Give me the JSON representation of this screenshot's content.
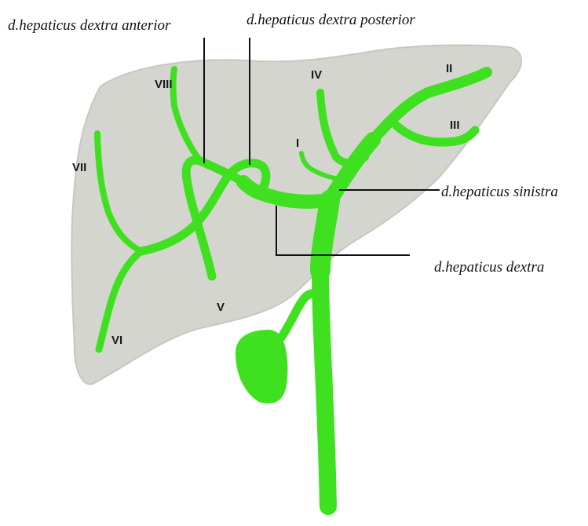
{
  "colors": {
    "liver": "#d4d5ce",
    "liver_edge": "#c6c8c0",
    "duct": "#3fe020",
    "leader": "#111111"
  },
  "callouts": {
    "right_anterior": "d.hepaticus dextra anterior",
    "right_posterior": "d.hepaticus dextra posterior",
    "left": "d.hepaticus sinistra",
    "right": "d.hepaticus dextra"
  },
  "segments": {
    "s1": "I",
    "s2": "II",
    "s3": "III",
    "s4": "IV",
    "s5": "V",
    "s6": "VI",
    "s7": "VII",
    "s8": "VIII"
  }
}
